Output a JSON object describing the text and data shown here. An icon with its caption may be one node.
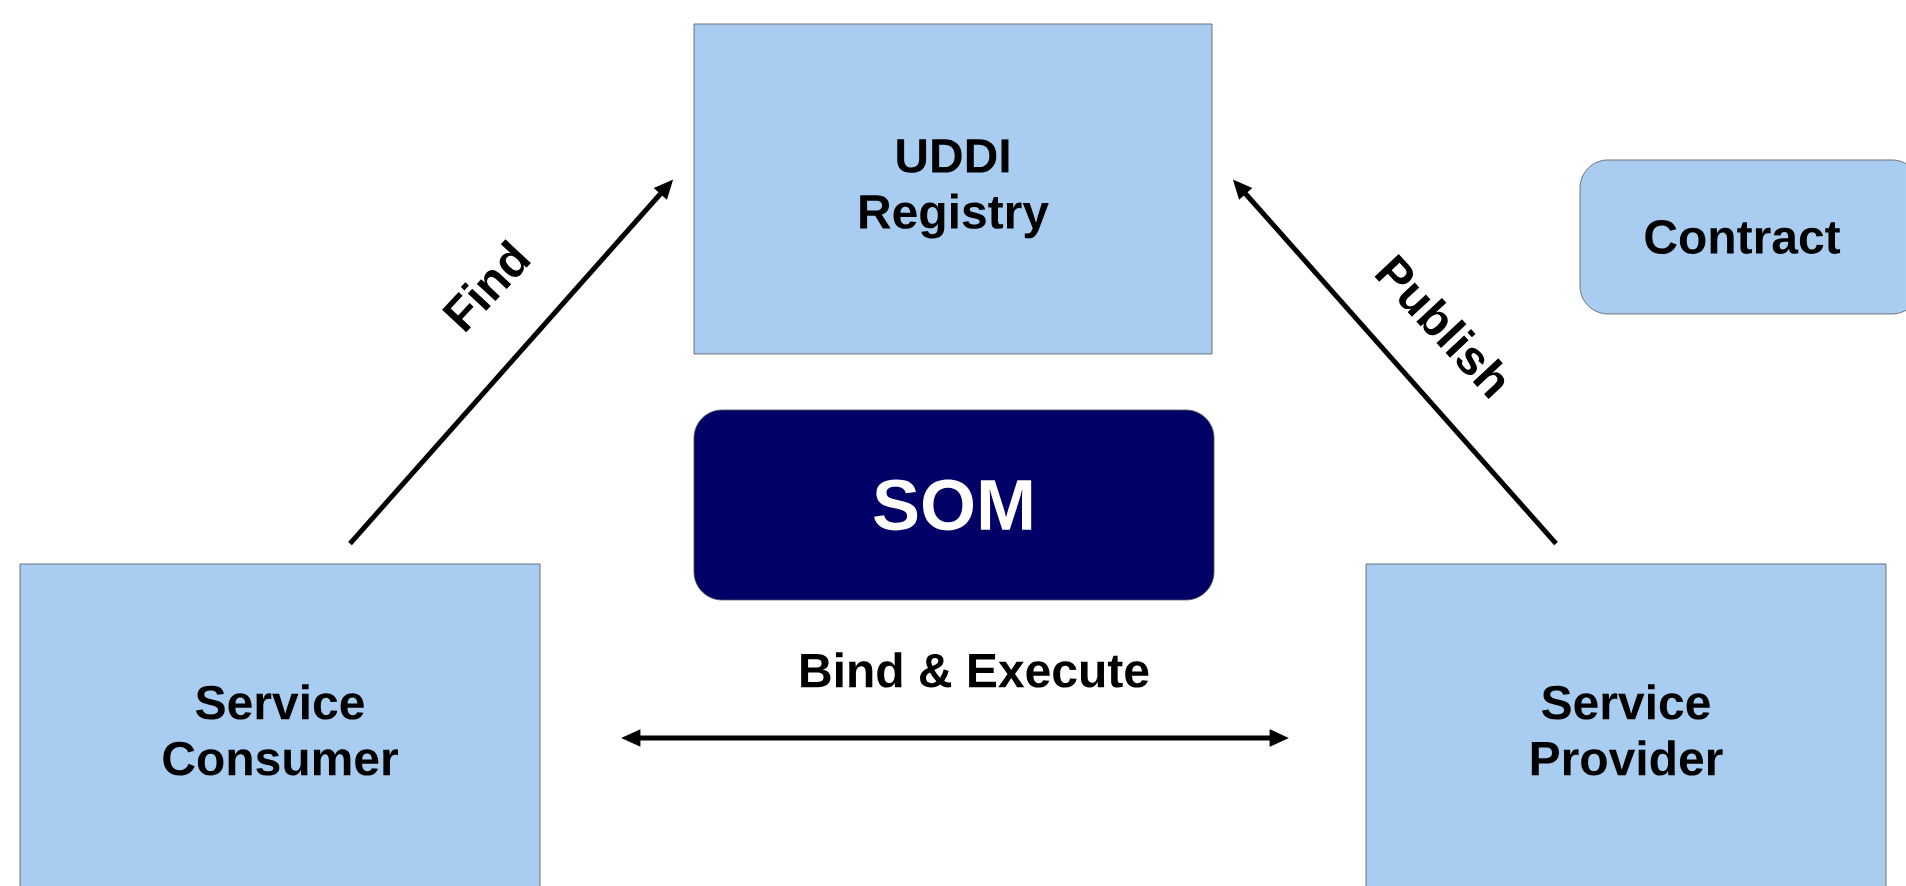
{
  "diagram": {
    "nodes": [
      {
        "text": [
          "UDDI Registry"
        ]
      },
      {
        "text": [
          "Contract"
        ]
      },
      {
        "text": [
          "SOM"
        ]
      },
      {
        "text": [
          "Service Consumer"
        ]
      },
      {
        "text": [
          "Service Provider"
        ]
      }
    ],
    "edges": [
      {
        "from": 3,
        "to": 0,
        "arrow": "to",
        "label": "Find"
      },
      {
        "from": 4,
        "to": 0,
        "arrow": "to",
        "label": "Publish"
      },
      {
        "from": 3,
        "to": 4,
        "arrow": "both",
        "label": "Bind & Execute"
      }
    ]
  }
}
